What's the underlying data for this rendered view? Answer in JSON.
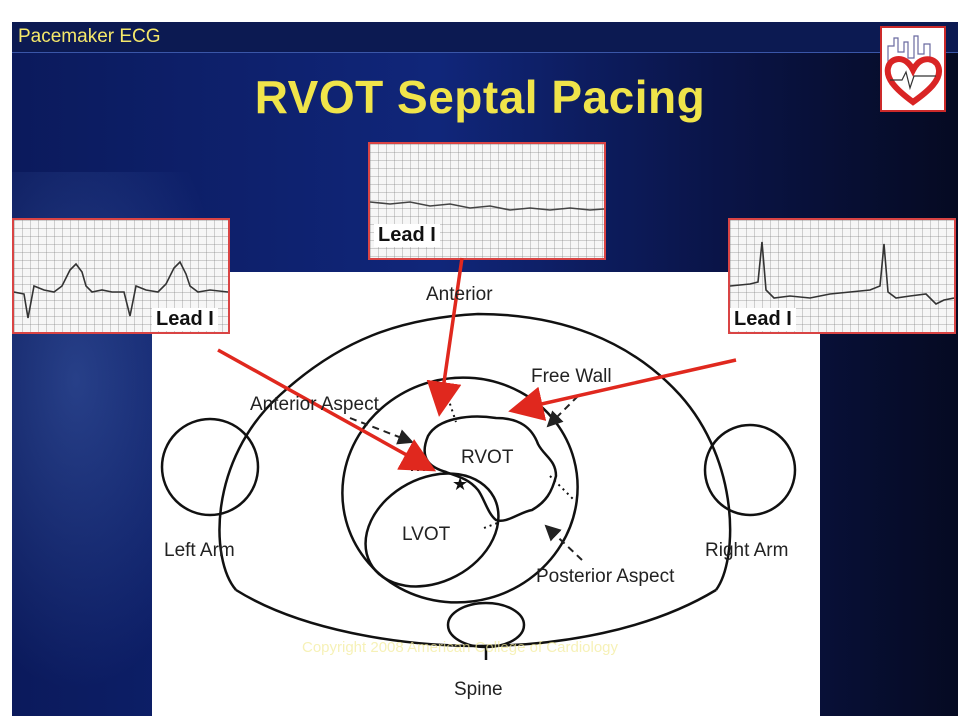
{
  "header": {
    "section_title": "Pacemaker ECG"
  },
  "slide": {
    "title": "RVOT Septal Pacing"
  },
  "ecg_strips": [
    {
      "label": "Lead I"
    },
    {
      "label": "Lead I"
    },
    {
      "label": "Lead I"
    }
  ],
  "diagram": {
    "labels": {
      "anterior": "Anterior",
      "free_wall": "Free Wall",
      "anterior_aspect": "Anterior Aspect",
      "rvot": "RVOT",
      "lvot": "LVOT",
      "left_arm": "Left Arm",
      "right_arm": "Right Arm",
      "posterior_aspect": "Posterior Aspect",
      "spine": "Spine"
    }
  },
  "footer": {
    "copyright": "Copyright 2008 American College of Cardiology"
  },
  "colors": {
    "title_yellow": "#f0e44a",
    "arrow_red": "#e0281e",
    "frame_red": "#d94444",
    "background_navy": "#0b1a5c"
  }
}
